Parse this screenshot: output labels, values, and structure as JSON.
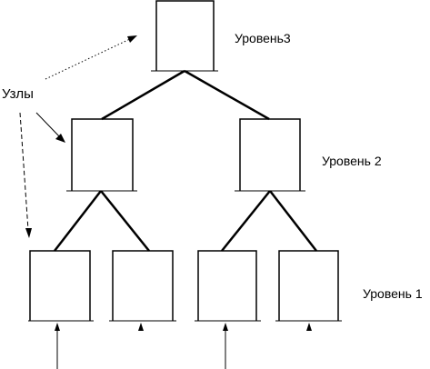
{
  "labels": {
    "nodes": "Узлы",
    "level3": "Уровень3",
    "level2": "Уровень 2",
    "level1": "Уровень 1"
  },
  "colors": {
    "stroke": "#000000",
    "background": "#ffffff"
  }
}
